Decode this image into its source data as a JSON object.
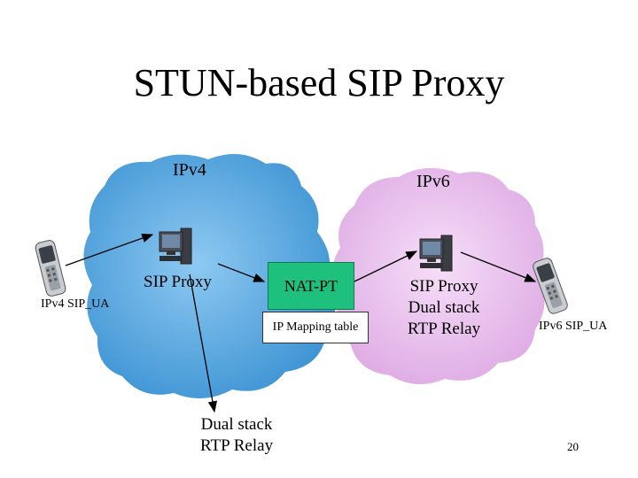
{
  "slide": {
    "title": "STUN-based SIP Proxy",
    "page_number": "20"
  },
  "networks": {
    "ipv4_label": "IPv4",
    "ipv6_label": "IPv6",
    "ipv4_color": "#4fa3dd",
    "ipv6_color": "#e7b6ec"
  },
  "nodes": {
    "ipv4_ua_label": "IPv4 SIP_UA",
    "ipv6_ua_label": "IPv6 SIP_UA",
    "ipv4_proxy_label": "SIP Proxy",
    "natpt_label": "NAT-PT",
    "natpt_color": "#1ec07e",
    "ip_mapping_label": "IP Mapping table",
    "ipv6_proxy_lines": [
      "SIP Proxy",
      "Dual stack",
      "RTP Relay"
    ],
    "relay_lines": [
      "Dual stack",
      "RTP Relay"
    ]
  },
  "icons": [
    "phone-icon",
    "computer-icon"
  ]
}
